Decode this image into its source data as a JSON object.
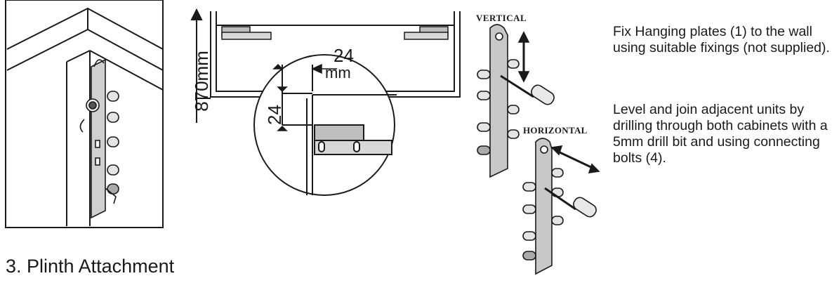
{
  "dimensions": {
    "height_label": "870mm",
    "offset_horizontal_value": "24",
    "offset_horizontal_unit": "mm",
    "offset_vertical_value": "24"
  },
  "labels": {
    "vertical": "VERTICAL",
    "horizontal": "HORIZONTAL"
  },
  "instructions": [
    "Fix Hanging plates (1) to the wall using suitable fixings (not supplied).",
    "Level and join adjacent units by drilling through both cabinets with a 5mm drill bit and using connecting bolts (4)."
  ],
  "section_heading": "3. Plinth Attachment",
  "colors": {
    "ink": "#1a1a1a",
    "plate_fill": "#c8c8c8",
    "background": "#ffffff"
  }
}
